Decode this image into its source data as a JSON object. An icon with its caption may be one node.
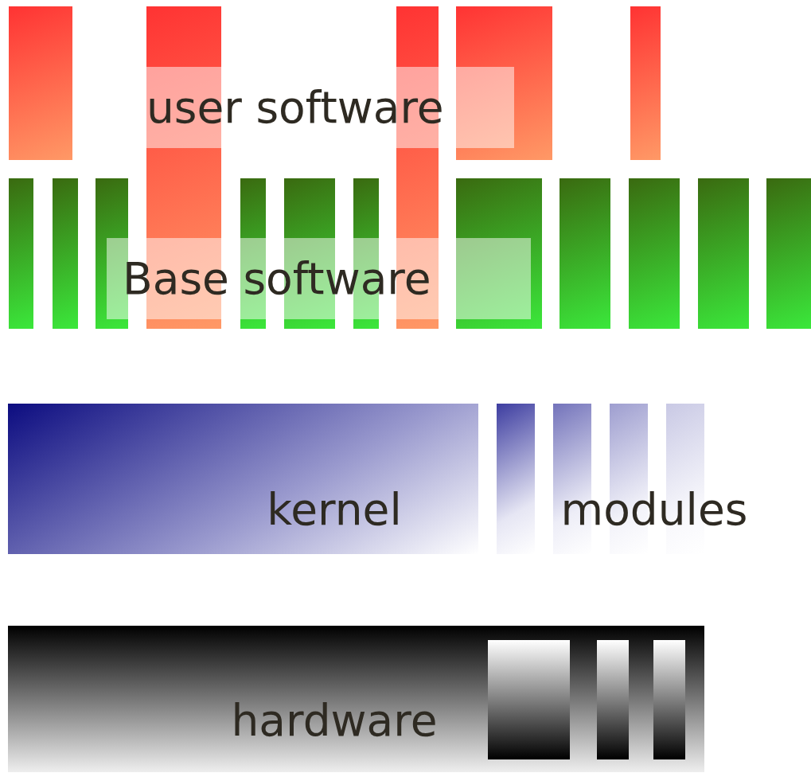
{
  "diagram": {
    "nodes": [
      {
        "text": [
          "user software"
        ]
      },
      {
        "text": [
          "Base software"
        ]
      },
      {
        "text": [
          "kernel"
        ]
      },
      {
        "text": [
          "modules"
        ]
      },
      {
        "text": [
          "hardware"
        ]
      }
    ]
  }
}
